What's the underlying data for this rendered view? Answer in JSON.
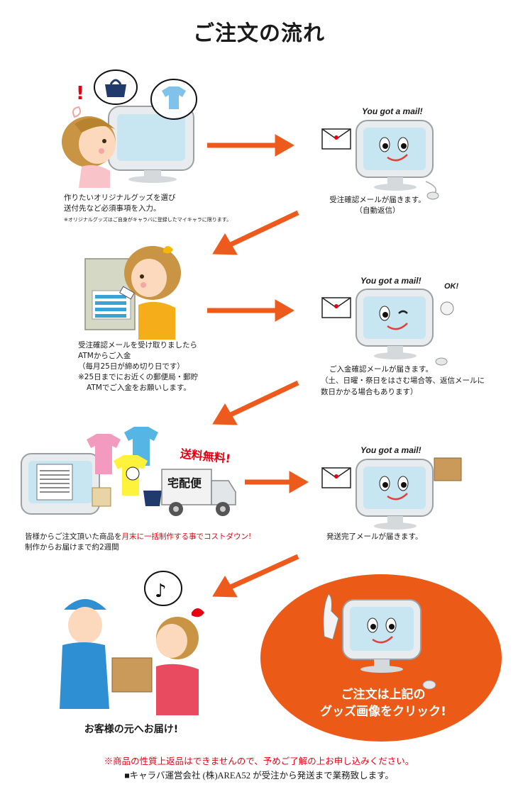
{
  "title": "ご注文の流れ",
  "mail_label": "You got a mail!",
  "ok_label": "OK!",
  "delivery_truck_label": "宅配便",
  "free_shipping_label": "送料無料!",
  "steps": {
    "order": {
      "lines": [
        "作りたいオリジナルグッズを選び",
        "送付先など必須事項を入力。"
      ],
      "note": "※オリジナルグッズはご自身がキャラバに登録したマイキャラに限ります。"
    },
    "order_mail": {
      "lines": [
        "受注確認メールが届きます。",
        "（自動返信）"
      ]
    },
    "payment": {
      "lines": [
        "受注確認メールを受け取りましたら",
        "ATMからご入金",
        "（毎月25日が締め切り日です）",
        "※25日までにお近くの郵便局・郵貯",
        "ATMでご入金をお願いします。"
      ]
    },
    "payment_mail": {
      "lines": [
        "ご入金確認メールが届きます。",
        "（土、日曜・祭日をはさむ場合等、返信メールに",
        "数日かかる場合もあります）"
      ]
    },
    "production": {
      "line1_prefix": "皆様からご注文頂いた商品を",
      "line1_highlight": "月末に一括制作する事でコストダウン!",
      "line2": "制作からお届けまで約2週間"
    },
    "ship_mail": {
      "lines": [
        "発送完了メールが届きます。"
      ]
    },
    "delivered": "お客様の元へお届け!"
  },
  "cta": {
    "lines": [
      "ご注文は上記の",
      "グッズ画像をクリック!"
    ]
  },
  "footer": {
    "notice": "※商品の性質上返品はできませんので、予めご了解の上お申し込みください。",
    "company": "■キャラバ運営会社 (株)AREA52 が受注から発送まで業務致します。"
  },
  "colors": {
    "arrow": "#ee5a1c",
    "cta_bg": "#eb5a16",
    "screen": "#c8e6f2",
    "accent_red": "#e60012"
  }
}
